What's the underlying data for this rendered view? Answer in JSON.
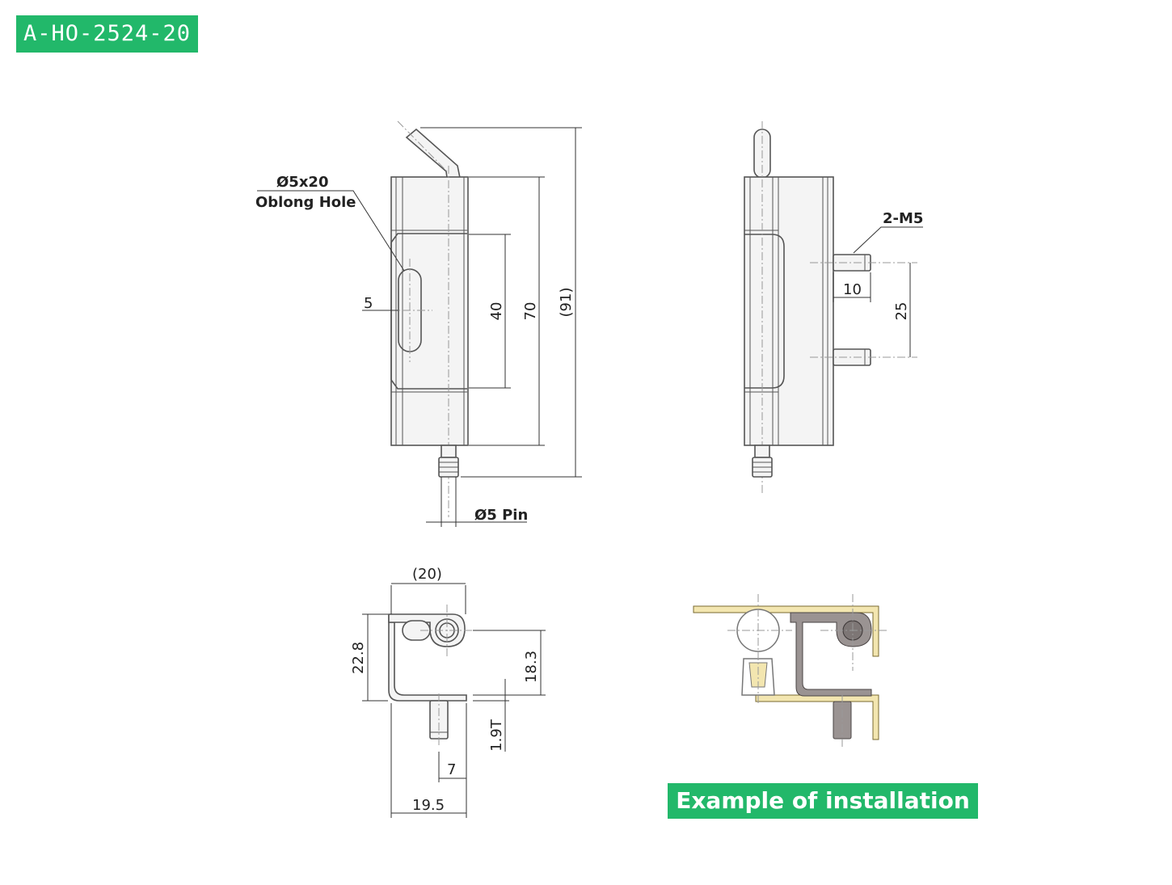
{
  "header": {
    "model_code": "A-HO-2524-20"
  },
  "front_view": {
    "hole_label_line1": "Ø5x20",
    "hole_label_line2": "Oblong Hole",
    "dim_slot_width": "5",
    "dim_40": "40",
    "dim_70": "70",
    "dim_91": "(91)",
    "pin_label": "Ø5 Pin"
  },
  "side_view": {
    "thread_label": "2-M5",
    "dim_10": "10",
    "dim_25": "25"
  },
  "top_view": {
    "dim_20": "(20)",
    "dim_22_8": "22.8",
    "dim_18_3": "18.3",
    "dim_1_9t": "1.9T",
    "dim_7": "7",
    "dim_19_5": "19.5"
  },
  "installation": {
    "caption": "Example of installation"
  },
  "colors": {
    "badge_green": "#22b86a",
    "panel_tan": "#f3e6b0",
    "hinge_grey": "#9a9392"
  }
}
